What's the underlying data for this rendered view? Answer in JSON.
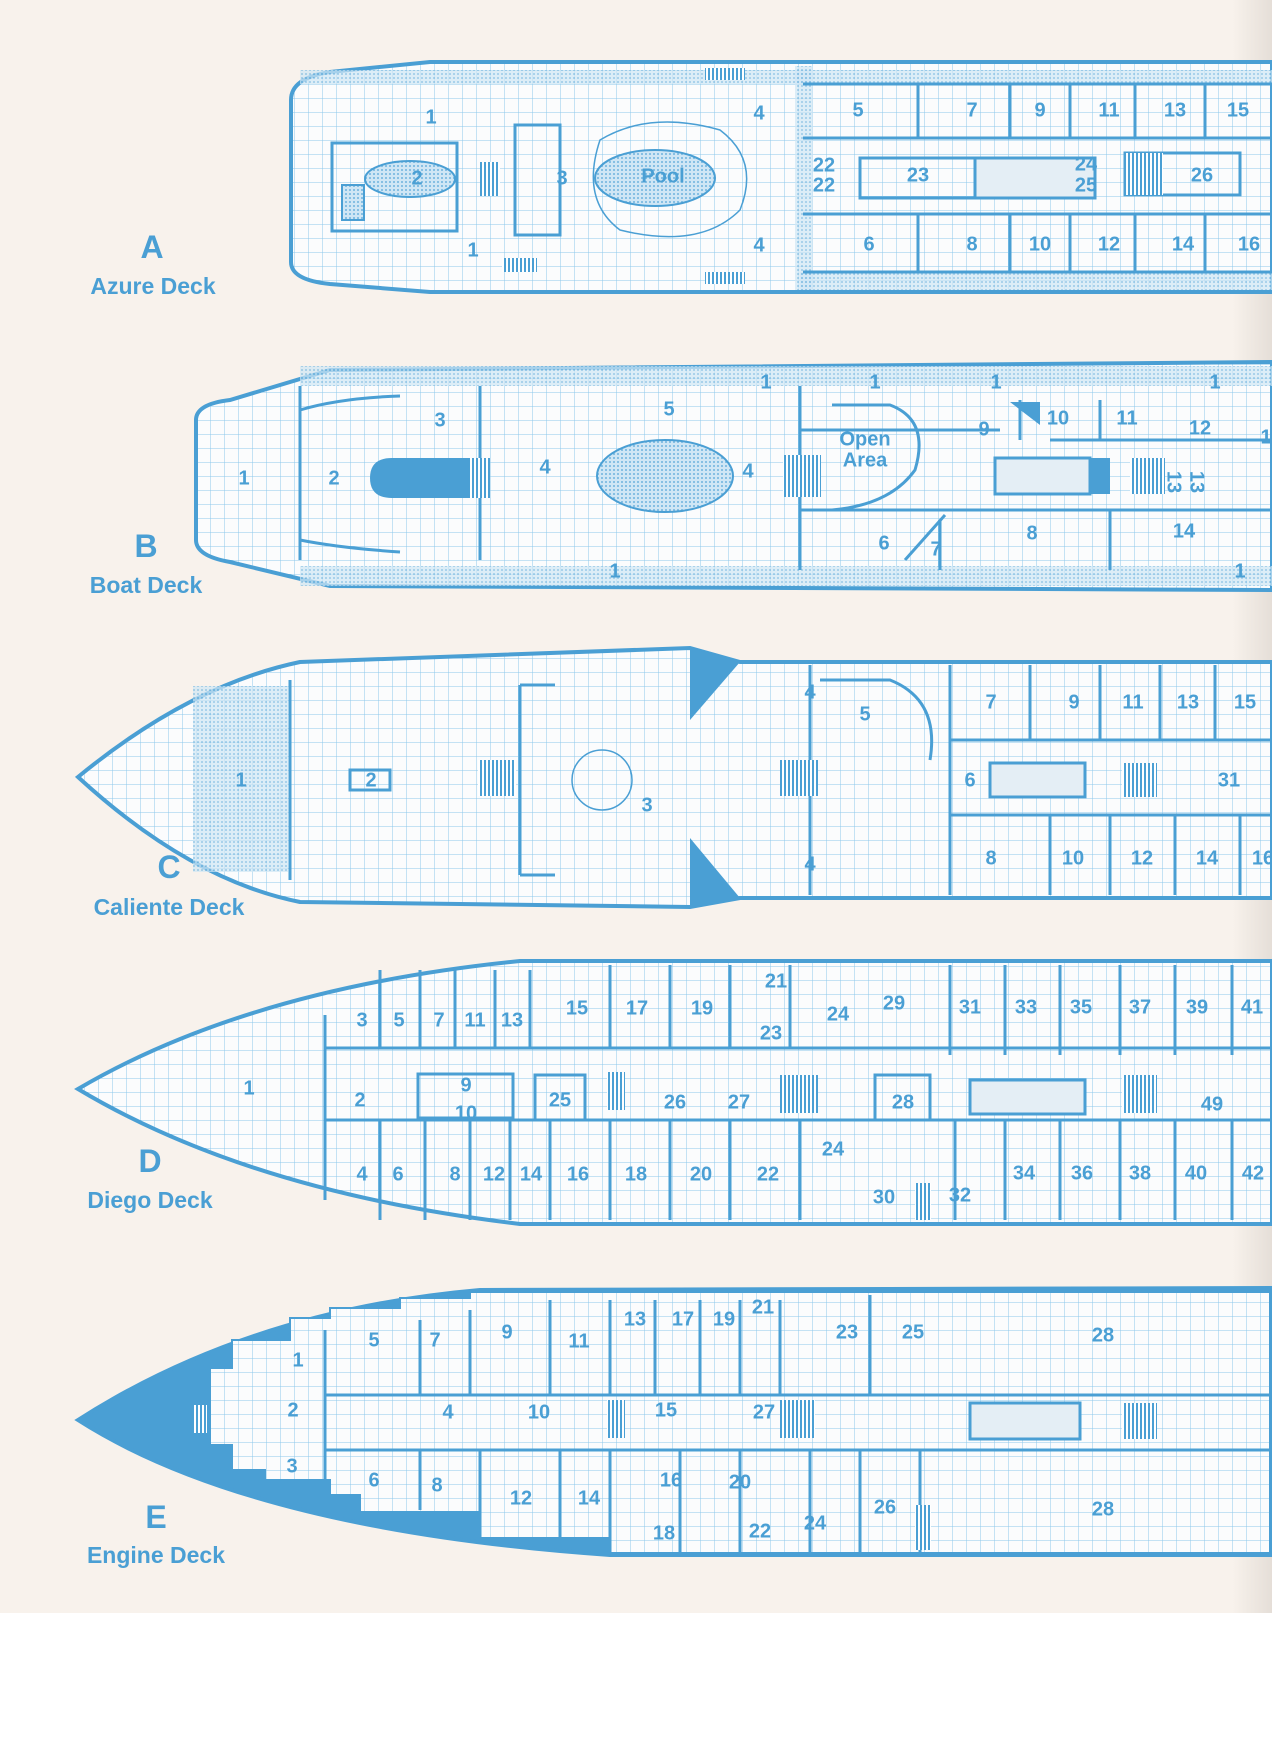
{
  "colors": {
    "ink": "#4a9fd4",
    "grid": "#8cc8ec",
    "paper": "#f8f2ec"
  },
  "decks": [
    {
      "letter": "A",
      "name": "Azure Deck",
      "rooms": [
        "1",
        "2",
        "3",
        "Pool",
        "1",
        "4",
        "4",
        "5",
        "7",
        "9",
        "11",
        "13",
        "15",
        "22",
        "22",
        "23",
        "24",
        "25",
        "26",
        "6",
        "8",
        "10",
        "12",
        "14",
        "16"
      ]
    },
    {
      "letter": "B",
      "name": "Boat Deck",
      "rooms": [
        "1",
        "2",
        "3",
        "4",
        "4",
        "5",
        "1",
        "1",
        "1",
        "1",
        "1",
        "1",
        "Open",
        "Area",
        "9",
        "10",
        "11",
        "12",
        "13",
        "13",
        "6",
        "7",
        "8",
        "14",
        "1"
      ]
    },
    {
      "letter": "C",
      "name": "Caliente Deck",
      "rooms": [
        "1",
        "2",
        "3",
        "4",
        "4",
        "5",
        "7",
        "9",
        "11",
        "13",
        "15",
        "6",
        "31",
        "8",
        "10",
        "12",
        "14",
        "16"
      ]
    },
    {
      "letter": "D",
      "name": "Diego Deck",
      "rooms": [
        "1",
        "3",
        "5",
        "7",
        "11",
        "13",
        "15",
        "17",
        "19",
        "21",
        "23",
        "24",
        "29",
        "31",
        "33",
        "35",
        "37",
        "39",
        "41",
        "2",
        "9",
        "10",
        "25",
        "26",
        "27",
        "28",
        "49",
        "24",
        "4",
        "6",
        "8",
        "12",
        "14",
        "16",
        "18",
        "20",
        "22",
        "30",
        "32",
        "34",
        "36",
        "38",
        "40",
        "42"
      ]
    },
    {
      "letter": "E",
      "name": "Engine Deck",
      "rooms": [
        "1",
        "2",
        "3",
        "4",
        "5",
        "6",
        "7",
        "8",
        "9",
        "10",
        "11",
        "12",
        "13",
        "14",
        "15",
        "16",
        "17",
        "18",
        "19",
        "20",
        "21",
        "22",
        "23",
        "24",
        "25",
        "26",
        "27",
        "28",
        "28"
      ]
    }
  ]
}
